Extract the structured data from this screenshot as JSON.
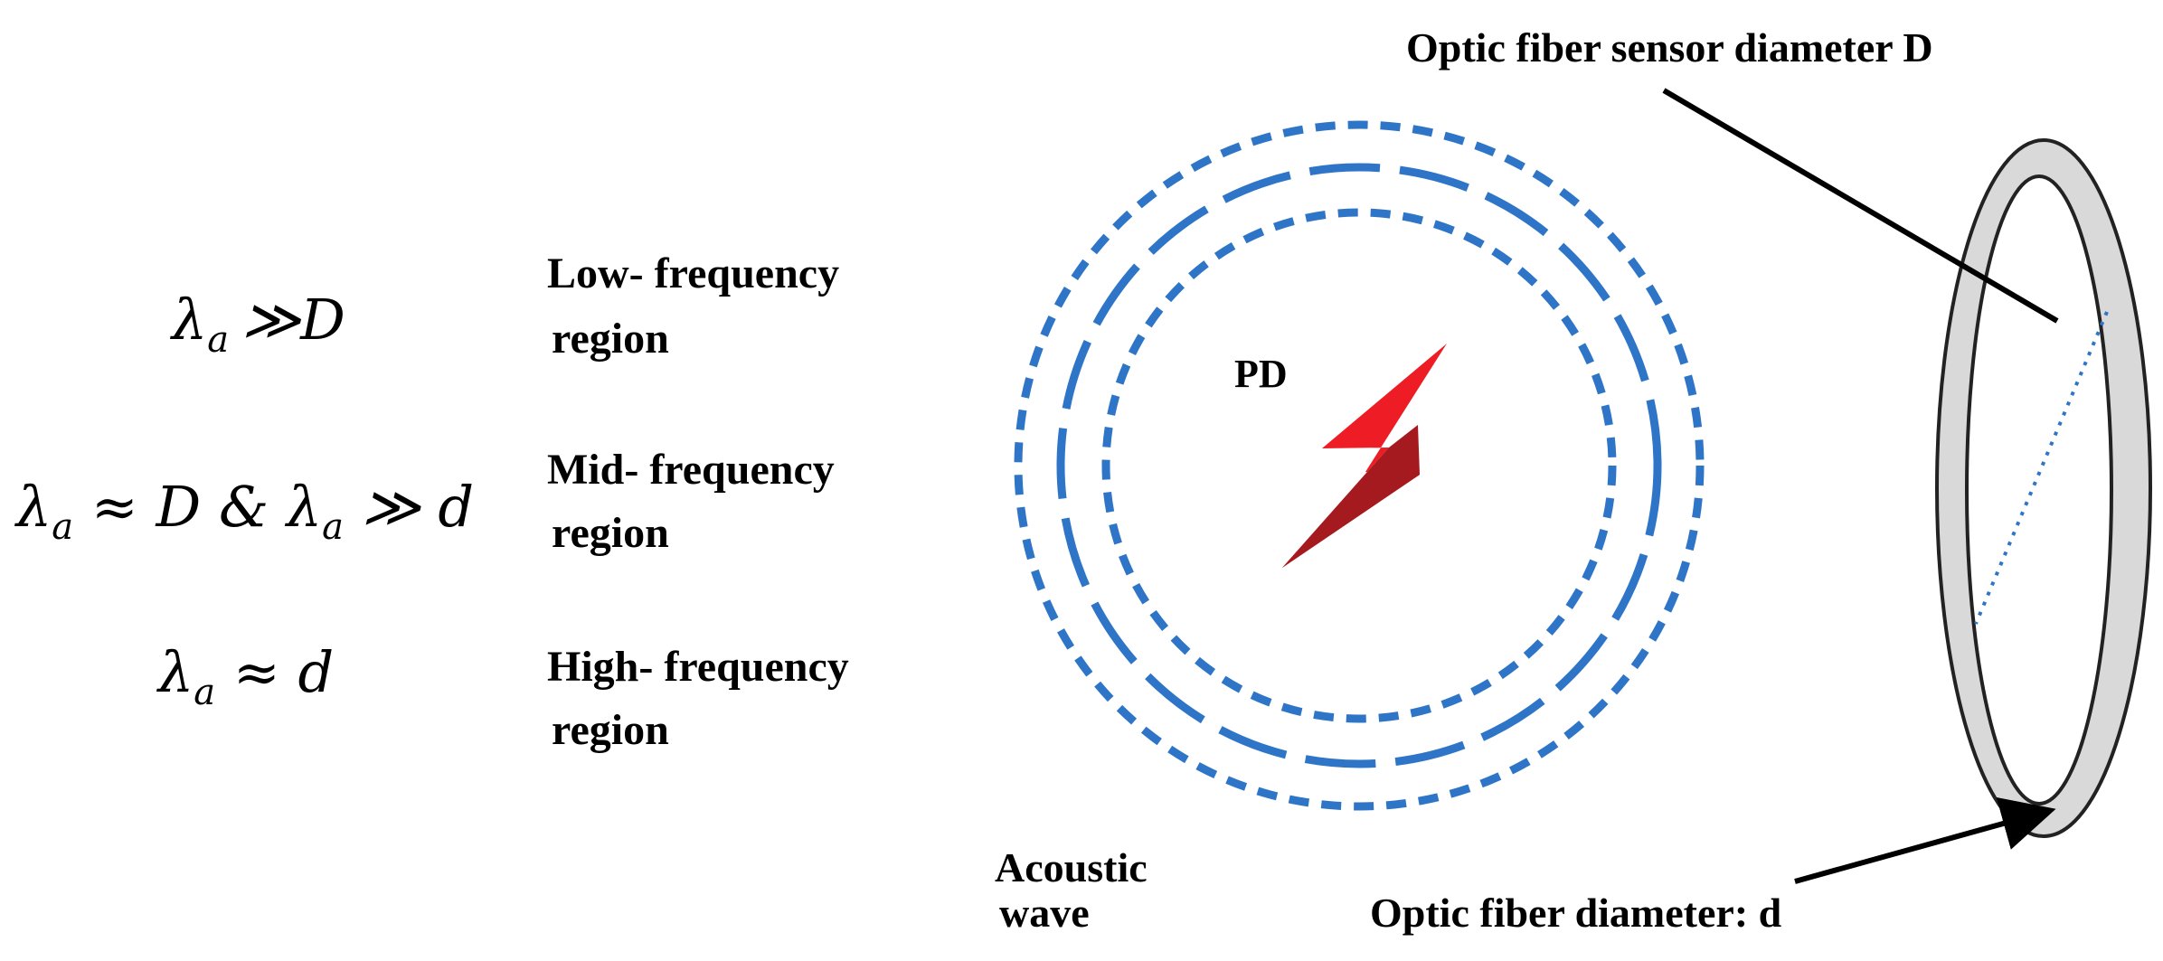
{
  "formulas": {
    "low": "λa ≫D",
    "mid": "λa ≈ D & λa ≫ d",
    "high": "λa ≈ d"
  },
  "regions": {
    "low_line1": "Low-  frequency",
    "low_line2": "region",
    "mid_line1": "Mid-  frequency",
    "mid_line2": "region",
    "high_line1": "High-   frequency",
    "high_line2": "region"
  },
  "source": {
    "label": "PD"
  },
  "wave": {
    "label_line1": "Acoustic",
    "label_line2": "wave"
  },
  "sensor": {
    "sensor_label": "Optic fiber   sensor diameter D",
    "fiber_label": "Optic  fiber diameter: d"
  },
  "colors": {
    "wave_blue": "#2e75c8",
    "bolt_red": "#ee1c25",
    "bolt_dark": "#a51a1f",
    "ring_fill": "#d9d9d9"
  }
}
